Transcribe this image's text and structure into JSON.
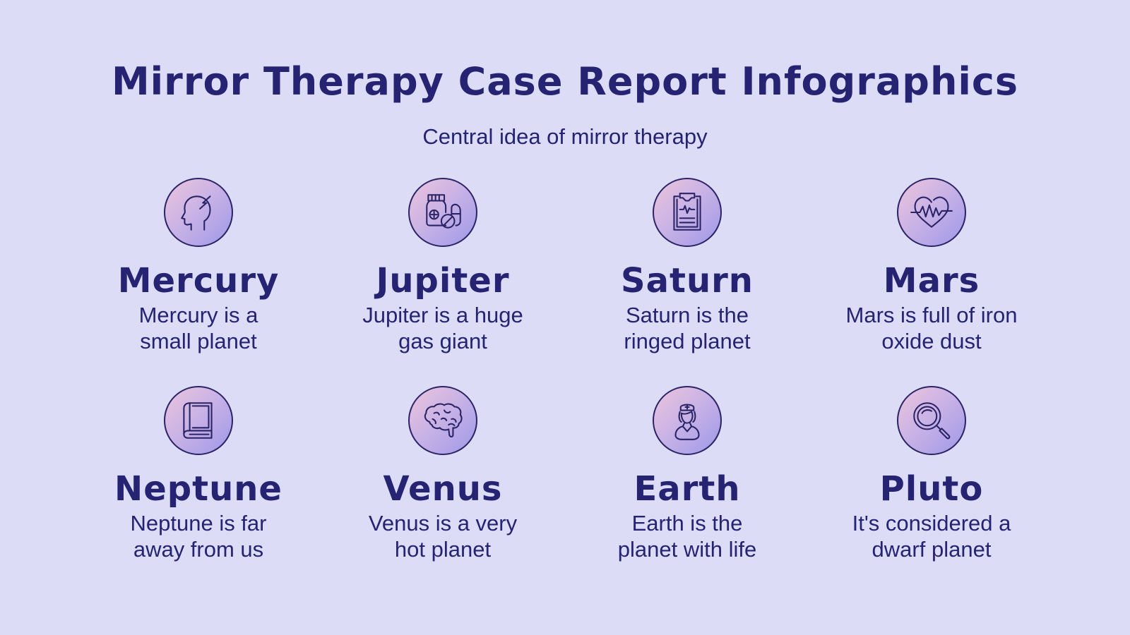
{
  "header": {
    "title": "Mirror Therapy Case Report Infographics",
    "subtitle": "Central idea of mirror therapy"
  },
  "colors": {
    "background": "#dcdcf6",
    "text": "#252372",
    "circle_gradient": [
      "#edc4dc",
      "#9e98e8"
    ]
  },
  "cards": [
    {
      "icon": "head-lightning-icon",
      "name": "Mercury",
      "desc_line1": "Mercury is a",
      "desc_line2": "small planet"
    },
    {
      "icon": "medicine-pills-icon",
      "name": "Jupiter",
      "desc_line1": "Jupiter is a huge",
      "desc_line2": "gas giant"
    },
    {
      "icon": "clipboard-heartbeat-icon",
      "name": "Saturn",
      "desc_line1": "Saturn is the",
      "desc_line2": "ringed planet"
    },
    {
      "icon": "heart-pulse-icon",
      "name": "Mars",
      "desc_line1": "Mars is full of iron",
      "desc_line2": "oxide dust"
    },
    {
      "icon": "book-icon",
      "name": "Neptune",
      "desc_line1": "Neptune is far",
      "desc_line2": "away from us"
    },
    {
      "icon": "brain-icon",
      "name": "Venus",
      "desc_line1": "Venus is a very",
      "desc_line2": "hot planet"
    },
    {
      "icon": "nurse-icon",
      "name": "Earth",
      "desc_line1": "Earth is the",
      "desc_line2": "planet with life"
    },
    {
      "icon": "magnifier-icon",
      "name": "Pluto",
      "desc_line1": "It's considered a",
      "desc_line2": "dwarf planet"
    }
  ]
}
